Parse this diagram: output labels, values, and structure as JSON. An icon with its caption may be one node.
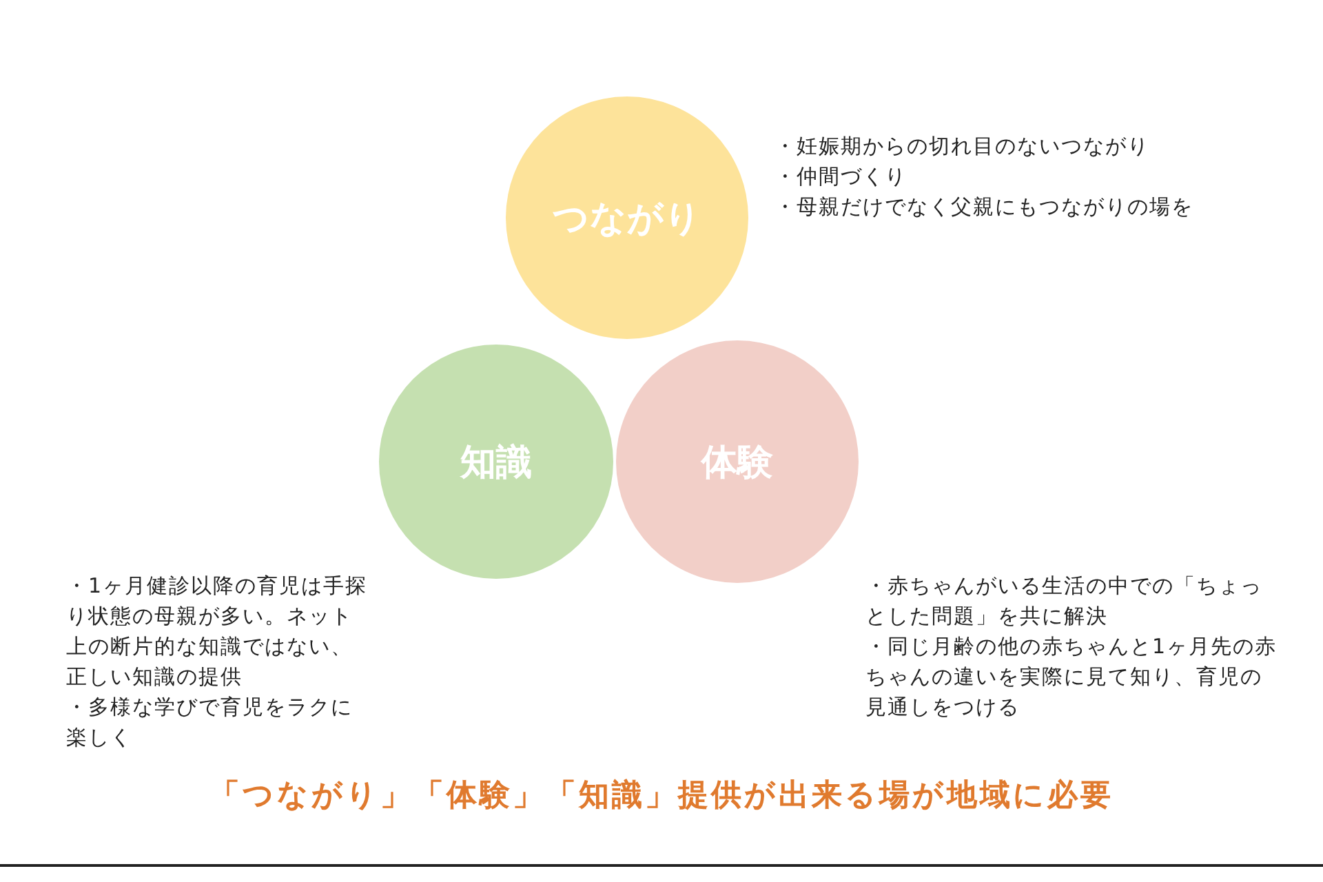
{
  "diagram": {
    "caption": "「つながり」「体験」「知識」提供が出来る場が地域に必要",
    "nodes": [
      {
        "text": [
          "つながり"
        ],
        "beside": [
          "・妊娠期からの切れ目のないつながり",
          "・仲間づくり",
          "・母親だけでなく父親にもつながりの場を"
        ]
      },
      {
        "text": [
          "知識"
        ],
        "beside": [
          "・1ヶ月健診以降の育児は手探り状態の母親が多い。ネット上の断片的な知識ではない、正しい知識の提供",
          "・多様な学びで育児をラクに楽しく"
        ]
      },
      {
        "text": [
          "体験"
        ],
        "beside": [
          "・赤ちゃんがいる生活の中での「ちょっとした問題」を共に解決",
          "・同じ月齢の他の赤ちゃんと1ヶ月先の赤ちゃんの違いを実際に見て知り、育児の見通しをつける"
        ]
      }
    ],
    "edges": []
  }
}
